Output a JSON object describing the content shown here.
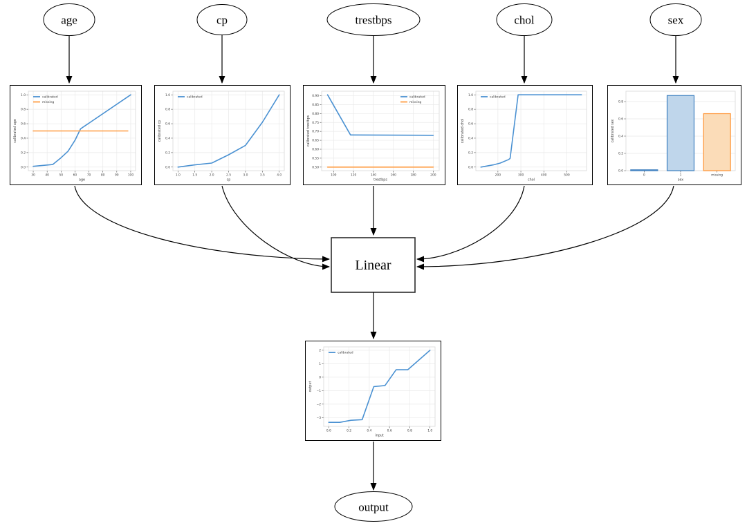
{
  "nodes": {
    "age": {
      "label": "age"
    },
    "cp": {
      "label": "cp"
    },
    "trestbps": {
      "label": "trestbps"
    },
    "chol": {
      "label": "chol"
    },
    "sex": {
      "label": "sex"
    },
    "linear": {
      "label": "Linear"
    },
    "output": {
      "label": "output"
    }
  },
  "colors": {
    "calibrated_line": "#4a91d2",
    "missing_line": "#ff9c42",
    "bar_blue_fill": "#bfd6eb",
    "bar_blue_edge": "#3d7fbf",
    "bar_orange_fill": "#fbdcb8",
    "bar_orange_edge": "#ff9334",
    "grid": "#e9e9e9",
    "spine": "#d7d7d7",
    "tick_text": "#3c3c3c",
    "edge_stroke": "#000000"
  },
  "chart_data": [
    {
      "id": "age",
      "type": "line",
      "title": "",
      "xlabel": "age",
      "ylabel": "calibrated age",
      "xlim": [
        26.5,
        103.5
      ],
      "ylim": [
        -0.05,
        1.05
      ],
      "xticks": [
        30,
        40,
        50,
        60,
        70,
        80,
        90,
        100
      ],
      "xtick_labels": [
        "30",
        "40",
        "50",
        "60",
        "70",
        "80",
        "90",
        "100"
      ],
      "yticks": [
        0.0,
        0.2,
        0.4,
        0.6,
        0.8,
        1.0
      ],
      "ytick_labels": [
        "0.0",
        "0.2",
        "0.4",
        "0.6",
        "0.8",
        "1.0"
      ],
      "legend": {
        "position": "top-left",
        "entries": [
          {
            "label": "calibrated",
            "color_key": "calibrated_line"
          },
          {
            "label": "missing",
            "color_key": "missing_line"
          }
        ]
      },
      "series": [
        {
          "name": "calibrated",
          "color_key": "calibrated_line",
          "points": [
            [
              30,
              0.01
            ],
            [
              44,
              0.035
            ],
            [
              50,
              0.13
            ],
            [
              55,
              0.22
            ],
            [
              60,
              0.37
            ],
            [
              64,
              0.53
            ],
            [
              66,
              0.555
            ],
            [
              100,
              1.0
            ]
          ]
        },
        {
          "name": "missing",
          "color_key": "missing_line",
          "points": [
            [
              30,
              0.5
            ],
            [
              98,
              0.5
            ]
          ]
        }
      ]
    },
    {
      "id": "cp",
      "type": "line",
      "title": "",
      "xlabel": "cp",
      "ylabel": "calibrated cp",
      "xlim": [
        0.85,
        4.15
      ],
      "ylim": [
        -0.05,
        1.05
      ],
      "xticks": [
        1.0,
        1.5,
        2.0,
        2.5,
        3.0,
        3.5,
        4.0
      ],
      "xtick_labels": [
        "1.0",
        "1.5",
        "2.0",
        "2.5",
        "3.0",
        "3.5",
        "4.0"
      ],
      "yticks": [
        0.0,
        0.2,
        0.4,
        0.6,
        0.8,
        1.0
      ],
      "ytick_labels": [
        "0.0",
        "0.2",
        "0.4",
        "0.6",
        "0.8",
        "1.0"
      ],
      "legend": {
        "position": "top-left",
        "entries": [
          {
            "label": "calibrated",
            "color_key": "calibrated_line"
          }
        ]
      },
      "series": [
        {
          "name": "calibrated",
          "color_key": "calibrated_line",
          "points": [
            [
              1,
              0.0
            ],
            [
              1.5,
              0.03
            ],
            [
              2,
              0.055
            ],
            [
              2.5,
              0.17
            ],
            [
              3,
              0.3
            ],
            [
              3.5,
              0.62
            ],
            [
              4,
              1.0
            ]
          ]
        }
      ]
    },
    {
      "id": "trestbps",
      "type": "line",
      "title": "",
      "xlabel": "trestbps",
      "ylabel": "calibrated trestbps",
      "xlim": [
        88,
        206
      ],
      "ylim": [
        0.48,
        0.925
      ],
      "xticks": [
        100,
        120,
        140,
        160,
        180,
        200
      ],
      "xtick_labels": [
        "100",
        "120",
        "140",
        "160",
        "180",
        "200"
      ],
      "yticks": [
        0.5,
        0.55,
        0.6,
        0.65,
        0.7,
        0.75,
        0.8,
        0.85,
        0.9
      ],
      "ytick_labels": [
        "0.50",
        "0.55",
        "0.60",
        "0.65",
        "0.70",
        "0.75",
        "0.80",
        "0.85",
        "0.90"
      ],
      "legend": {
        "position": "top-right",
        "entries": [
          {
            "label": "calibrated",
            "color_key": "calibrated_line"
          },
          {
            "label": "missing",
            "color_key": "missing_line"
          }
        ]
      },
      "series": [
        {
          "name": "calibrated",
          "color_key": "calibrated_line",
          "points": [
            [
              94,
              0.905
            ],
            [
              117,
              0.68
            ],
            [
              200,
              0.678
            ]
          ]
        },
        {
          "name": "missing",
          "color_key": "missing_line",
          "points": [
            [
              94,
              0.5
            ],
            [
              200,
              0.5
            ]
          ]
        }
      ]
    },
    {
      "id": "chol",
      "type": "line",
      "title": "",
      "xlabel": "chol",
      "ylabel": "calibrated chol",
      "xlim": [
        104,
        586
      ],
      "ylim": [
        -0.05,
        1.05
      ],
      "xticks": [
        200,
        300,
        400,
        500
      ],
      "xtick_labels": [
        "200",
        "300",
        "400",
        "500"
      ],
      "yticks": [
        0.0,
        0.2,
        0.4,
        0.6,
        0.8,
        1.0
      ],
      "ytick_labels": [
        "0.0",
        "0.2",
        "0.4",
        "0.6",
        "0.8",
        "1.0"
      ],
      "legend": {
        "position": "top-left",
        "entries": [
          {
            "label": "calibrated",
            "color_key": "calibrated_line"
          }
        ]
      },
      "series": [
        {
          "name": "calibrated",
          "color_key": "calibrated_line",
          "points": [
            [
              126,
              0.0
            ],
            [
              180,
              0.03
            ],
            [
              210,
              0.055
            ],
            [
              247,
              0.105
            ],
            [
              253,
              0.12
            ],
            [
              288,
              1.0
            ],
            [
              564,
              1.0
            ]
          ]
        }
      ]
    },
    {
      "id": "sex",
      "type": "bar",
      "title": "",
      "xlabel": "sex",
      "ylabel": "calibrated sex",
      "categories": [
        "0",
        "1",
        "missing"
      ],
      "values": [
        0.01,
        0.87,
        0.66
      ],
      "bar_colors": [
        {
          "fill": "bar_blue_fill",
          "edge": "bar_blue_edge"
        },
        {
          "fill": "bar_blue_fill",
          "edge": "bar_blue_edge"
        },
        {
          "fill": "bar_orange_fill",
          "edge": "bar_orange_edge"
        }
      ],
      "ylim": [
        0,
        0.92
      ],
      "yticks": [
        0.0,
        0.2,
        0.4,
        0.6,
        0.8
      ],
      "ytick_labels": [
        "0.0",
        "0.2",
        "0.4",
        "0.6",
        "0.8"
      ]
    },
    {
      "id": "output",
      "type": "line",
      "title": "",
      "xlabel": "input",
      "ylabel": "output",
      "xlim": [
        -0.05,
        1.05
      ],
      "ylim": [
        -3.65,
        2.25
      ],
      "xticks": [
        0.0,
        0.2,
        0.4,
        0.6,
        0.8,
        1.0
      ],
      "xtick_labels": [
        "0.0",
        "0.2",
        "0.4",
        "0.6",
        "0.8",
        "1.0"
      ],
      "yticks": [
        -3,
        -2,
        -1,
        0,
        1,
        2
      ],
      "ytick_labels": [
        "−3",
        "−2",
        "−1",
        "0",
        "1",
        "2"
      ],
      "legend": {
        "position": "top-left",
        "entries": [
          {
            "label": "calibrated",
            "color_key": "calibrated_line"
          }
        ]
      },
      "series": [
        {
          "name": "calibrated",
          "color_key": "calibrated_line",
          "points": [
            [
              0,
              -3.35
            ],
            [
              0.11,
              -3.35
            ],
            [
              0.22,
              -3.2
            ],
            [
              0.33,
              -3.15
            ],
            [
              0.445,
              -0.7
            ],
            [
              0.555,
              -0.62
            ],
            [
              0.665,
              0.55
            ],
            [
              0.78,
              0.55
            ],
            [
              1.0,
              2.0
            ]
          ]
        }
      ]
    }
  ]
}
